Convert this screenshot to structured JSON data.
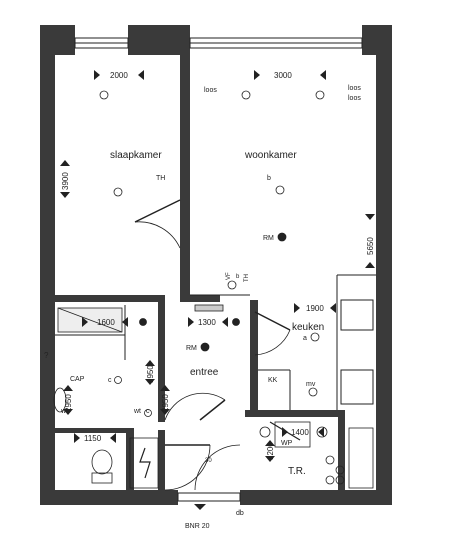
{
  "rooms": {
    "bedroom": "slaapkamer",
    "living": "woonkamer",
    "kitchen": "keuken",
    "hall": "entree",
    "technical": "T.R."
  },
  "dimensions": {
    "bedroom_width": "2000",
    "bedroom_depth": "3900",
    "living_width": "3000",
    "living_depth": "5650",
    "kitchen_width": "1900",
    "bath_width": "1600",
    "bath_depth": "2950",
    "hall_width": "1300",
    "hall_depth_a": "1950",
    "hall_depth_b": "2950",
    "toilet_width": "1150",
    "tr_width": "1400",
    "tr_depth": "1200",
    "entrance_arc": "30"
  },
  "symbols": {
    "loos": "loos",
    "loos_2": "loos",
    "loos_3": "loos",
    "thermostat": "TH",
    "thermostat_2": "TH",
    "b": "b",
    "b_2": "b",
    "smoke_detector": "RM",
    "smoke_detector_2": "RM",
    "vf": "VF",
    "cap": "CAP",
    "c": "c",
    "c_2": "c",
    "wt": "wt",
    "wt_2": "wt",
    "kk": "KK",
    "mv": "mv",
    "a": "a",
    "wp": "WP",
    "question": "?",
    "bnr": "BNR 20",
    "db": "db"
  },
  "colors": {
    "wall": "#3a3a3a",
    "line": "#222222"
  }
}
